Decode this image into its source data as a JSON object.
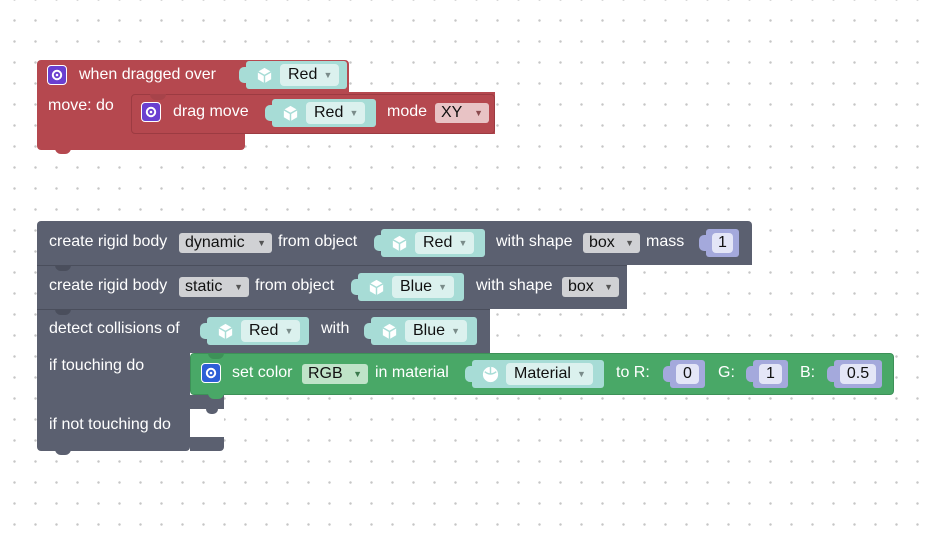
{
  "event_block": {
    "line1_text": "when dragged over",
    "line2_text": "move: do",
    "object": "Red",
    "inner": {
      "text": "drag move",
      "object": "Red",
      "mode_label": "mode",
      "mode_value": "XY"
    }
  },
  "physics": {
    "create_dynamic": {
      "prefix": "create rigid body",
      "type": "dynamic",
      "from": "from object",
      "object": "Red",
      "with_shape": "with shape",
      "shape": "box",
      "mass_label": "mass",
      "mass": "1"
    },
    "create_static": {
      "prefix": "create rigid body",
      "type": "static",
      "from": "from object",
      "object": "Blue",
      "with_shape": "with shape",
      "shape": "box"
    },
    "collision": {
      "text": "detect collisions of",
      "object_a": "Red",
      "with": "with",
      "object_b": "Blue",
      "touching": "if touching do",
      "not_touching": "if not touching do",
      "set_color": {
        "text": "set color",
        "mode": "RGB",
        "in_material": "in material",
        "material": "Material",
        "r_label": "to R:",
        "r": "0",
        "g_label": "G:",
        "g": "1",
        "b_label": "B:",
        "b": "0.5"
      }
    }
  },
  "colors": {
    "event": "#b5484f",
    "physics": "#5b6070",
    "appearance": "#49a867",
    "object": "#a7dcd6",
    "number": "#a4a9dc"
  }
}
